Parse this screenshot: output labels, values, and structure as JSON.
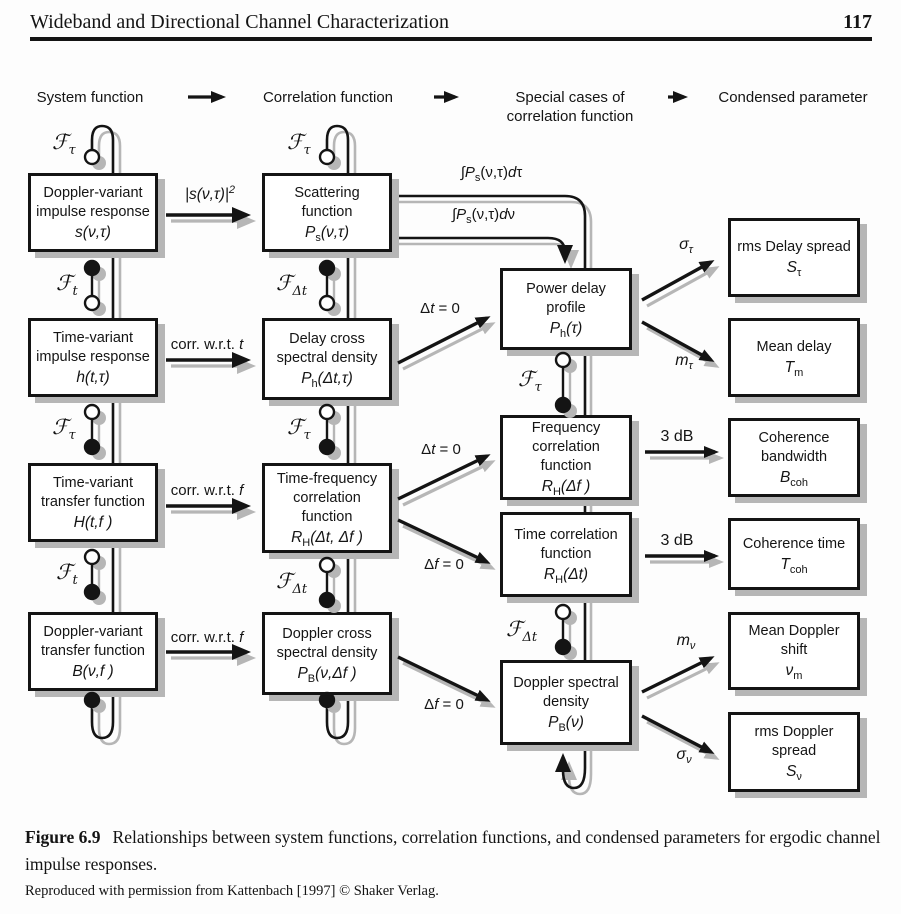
{
  "header": {
    "title": "Wideband and Directional Channel Characterization",
    "page_number": "117"
  },
  "column_headers": {
    "system": "System function",
    "correlation": "Correlation function",
    "special_line1": "Special cases of",
    "special_line2": "correlation function",
    "condensed": "Condensed parameter"
  },
  "system_functions": [
    {
      "lines": [
        "Doppler-variant",
        "impulse response"
      ],
      "formula": "s(ν,τ)"
    },
    {
      "lines": [
        "Time-variant",
        "impulse response"
      ],
      "formula": "h(t,τ)"
    },
    {
      "lines": [
        "Time-variant",
        "transfer function"
      ],
      "formula": "H(t,f )"
    },
    {
      "lines": [
        "Doppler-variant",
        "transfer function"
      ],
      "formula": "B(ν,f )"
    }
  ],
  "correlation_functions": [
    {
      "lines": [
        "Scattering",
        "function"
      ],
      "formula": "P_{s}(ν,τ)"
    },
    {
      "lines": [
        "Delay cross",
        "spectral density"
      ],
      "formula": "P_{h}(Δt,τ)"
    },
    {
      "lines": [
        "Time-frequency",
        "correlation",
        "function"
      ],
      "formula": "R_{H}(Δt, Δf )"
    },
    {
      "lines": [
        "Doppler cross",
        "spectral density"
      ],
      "formula": "P_{B}(ν,Δf )"
    }
  ],
  "special_cases": [
    {
      "lines": [
        "Power delay",
        "profile"
      ],
      "formula": "P_{h}(τ)"
    },
    {
      "lines": [
        "Frequency",
        "correlation",
        "function"
      ],
      "formula": "R_{H}(Δf )"
    },
    {
      "lines": [
        "Time correlation",
        "function"
      ],
      "formula": "R_{H}(Δt)"
    },
    {
      "lines": [
        "Doppler spectral",
        "density"
      ],
      "formula": "P_{B}(ν)"
    }
  ],
  "condensed_parameters": [
    {
      "lines": [
        "rms Delay spread"
      ],
      "formula": "S_{τ}"
    },
    {
      "lines": [
        "Mean delay"
      ],
      "formula": "T_{m}"
    },
    {
      "lines": [
        "Coherence",
        "bandwidth"
      ],
      "formula": "B_{coh}"
    },
    {
      "lines": [
        "Coherence time"
      ],
      "formula": "T_{coh}"
    },
    {
      "lines": [
        "Mean Doppler",
        "shift"
      ],
      "formula": "ν_{m}"
    },
    {
      "lines": [
        "rms Doppler",
        "spread"
      ],
      "formula": "S_{ν}"
    }
  ],
  "arrow_labels": {
    "s_squared": "|s(ν,τ)|^{2}",
    "corr_t": "corr. w.r.t. *t*",
    "corr_f": "corr. w.r.t. *f*",
    "integral_dtau": "∫*P*_{s}(ν,τ)*d*τ",
    "integral_dnu": "∫*P*_{s}(ν,τ)*d*ν",
    "dt_zero": "Δ*t* = 0",
    "df_zero": "Δ*f* = 0",
    "sigma_tau": "σ_{τ}",
    "m_tau": "*m*_{τ}",
    "three_db": "3 dB",
    "m_nu": "*m*_{ν}",
    "sigma_nu": "σ_{ν}"
  },
  "fourier_labels": {
    "f_tau": "ℱ_{τ}",
    "f_t": "ℱ_{t}",
    "f_delta_t": "ℱ_{Δt}"
  },
  "caption": {
    "figure_label": "Figure 6.9",
    "text": "Relationships between system functions, correlation functions, and condensed parameters for ergodic channel impulse responses.",
    "credit": "Reproduced with permission from Kattenbach [1997] © Shaker Verlag."
  },
  "colors": {
    "line": "#141414",
    "shadow": "#b6b6b6",
    "paper": "#fdfdfd"
  }
}
